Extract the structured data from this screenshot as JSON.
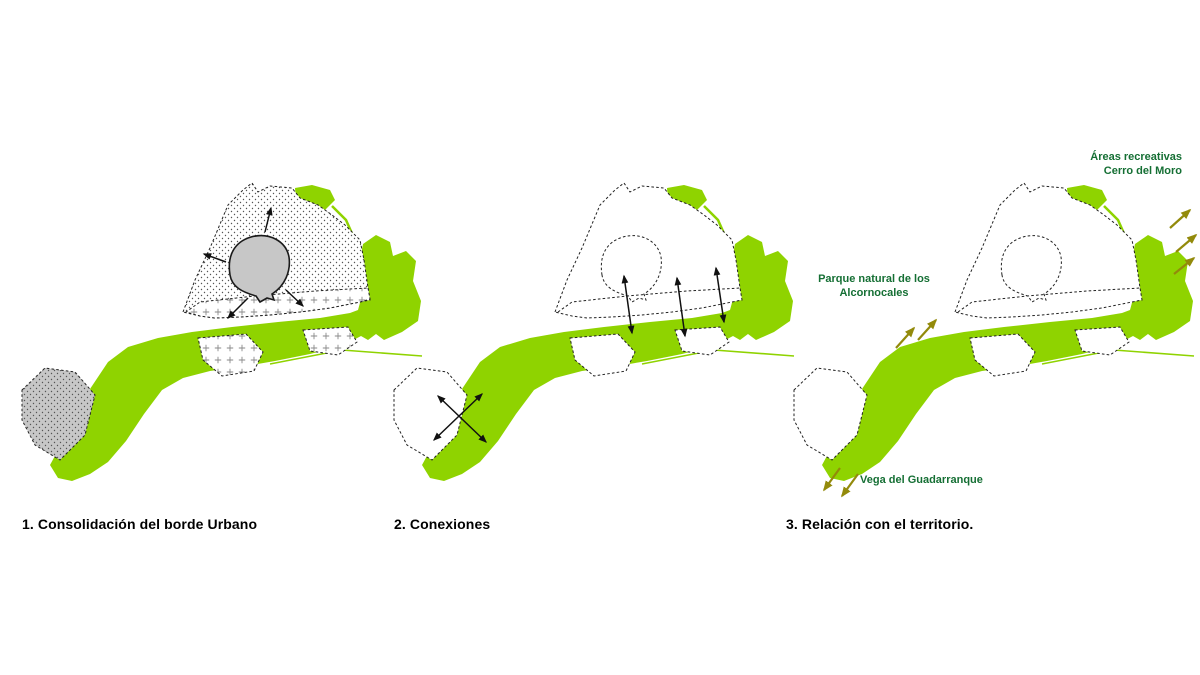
{
  "panels": [
    {
      "caption": "1. Consolidación del borde Urbano"
    },
    {
      "caption": "2. Conexiones"
    },
    {
      "caption": "3. Relación con el territorio."
    }
  ],
  "panel3_labels": {
    "areas_line1": "Áreas recreativas",
    "areas_line2": "Cerro del Moro",
    "parque_line1": "Parque natural de los",
    "parque_line2": "Alcornocales",
    "vega": "Vega del Guadarranque"
  },
  "colors": {
    "lime": "#8FD300",
    "label_green": "#156F34",
    "olive": "#938A0B"
  }
}
